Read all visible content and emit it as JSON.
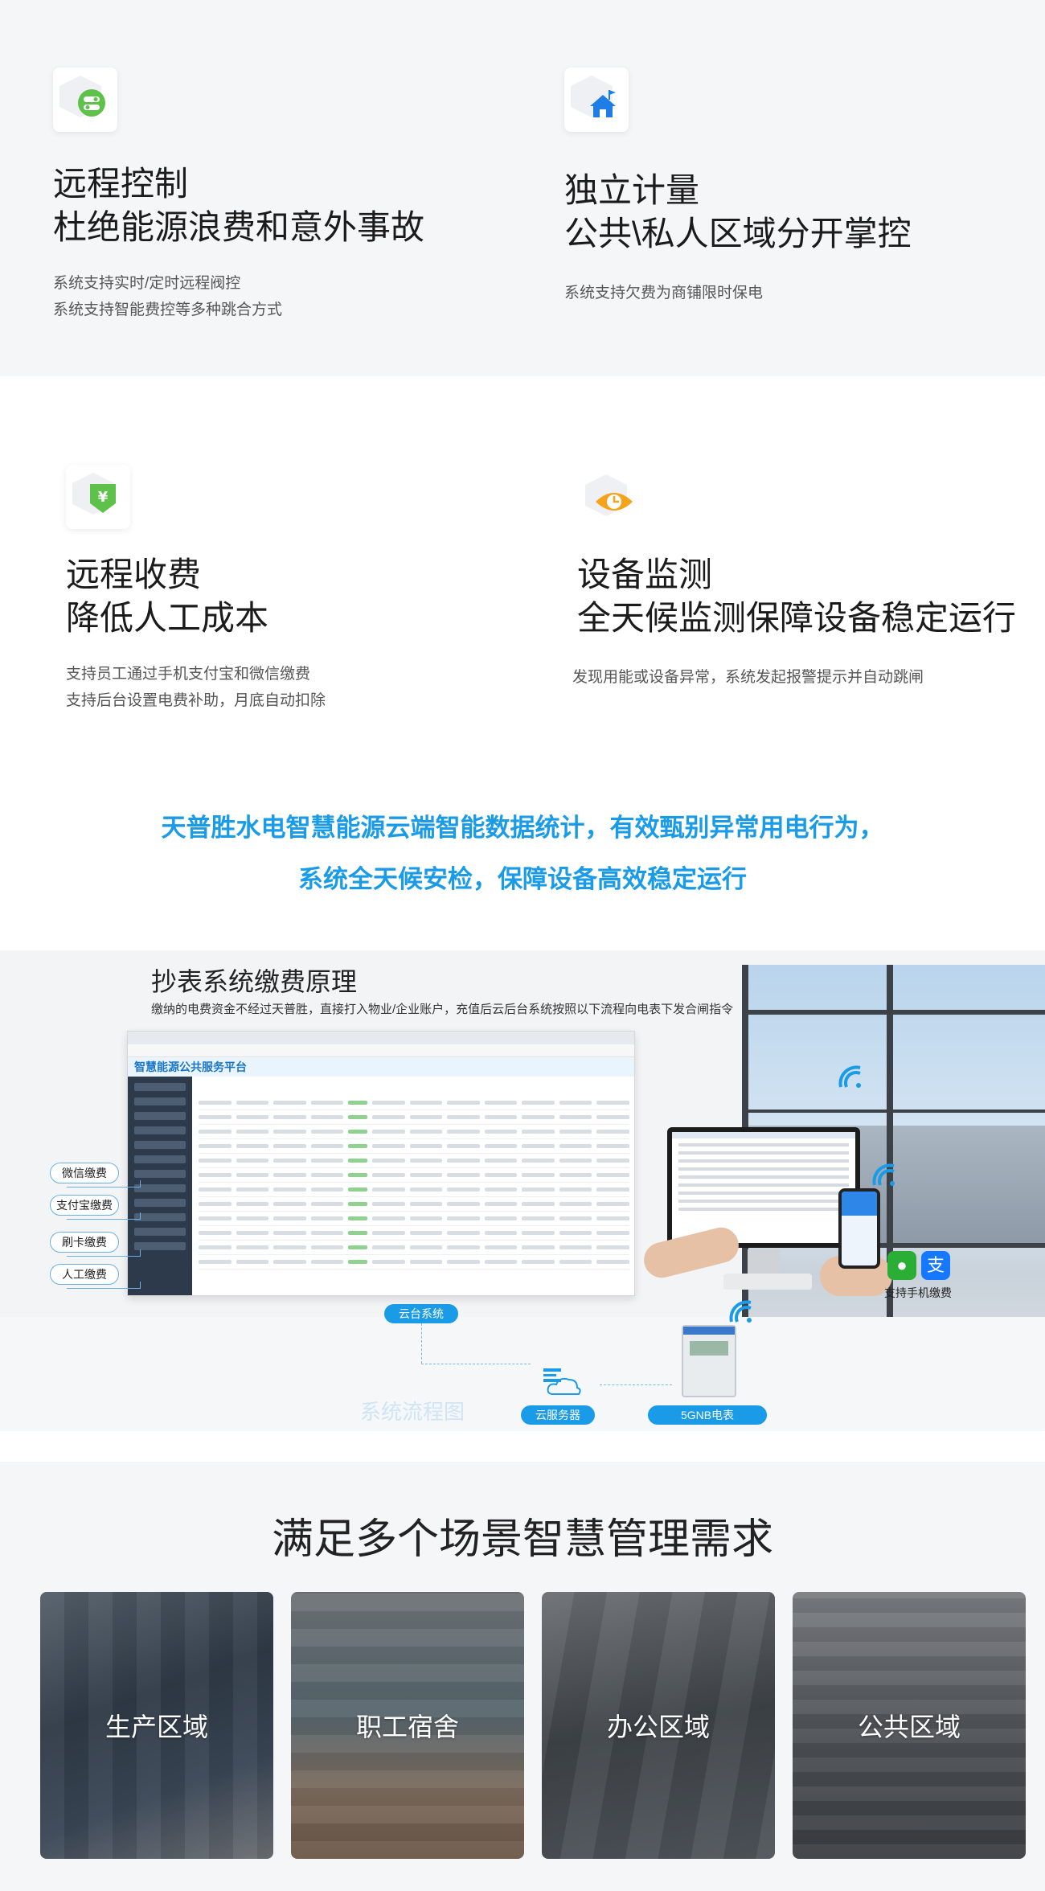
{
  "features": [
    {
      "icon": "toggle-icon",
      "title_line1": "远程控制",
      "title_line2": "杜绝能源浪费和意外事故",
      "desc_line1": "系统支持实时/定时远程阀控",
      "desc_line2": "系统支持智能费控等多种跳合方式"
    },
    {
      "icon": "house-icon",
      "title_line1": "独立计量",
      "title_line2": "公共\\私人区域分开掌控",
      "desc_line1": "系统支持欠费为商铺限时保电"
    },
    {
      "icon": "yuan-download-icon",
      "title_line1": "远程收费",
      "title_line2": "降低人工成本",
      "desc_line1": "支持员工通过手机支付宝和微信缴费",
      "desc_line2": "支持后台设置电费补助，月底自动扣除"
    },
    {
      "icon": "eye-icon",
      "title_line1": "设备监测",
      "title_line2": "全天候监测保障设备稳定运行",
      "desc_line1": "发现用能或设备异常，系统发起报警提示并自动跳闸"
    }
  ],
  "highlight": {
    "line1": "天普胜水电智慧能源云端智能数据统计，有效甄别异常用电行为，",
    "line2": "系统全天候安检，保障设备高效稳定运行",
    "color": "#1a9be8"
  },
  "diagram": {
    "title": "抄表系统缴费原理",
    "subtitle": "缴纳的电费资金不经过天普胜，直接打入物业/企业账户，充值后云后台系统按照以下流程向电表下发合闸指令",
    "platform_title": "智慧能源公共服务平台",
    "payment_methods": [
      "微信缴费",
      "支付宝缴费",
      "刷卡缴费",
      "人工缴费"
    ],
    "cloud_platform": "云台系统",
    "cloud_server": "云服务器",
    "meter": "5GNB电表",
    "flow_label": "系统流程图",
    "mobile_pay": "支持手机缴费",
    "accent": "#1a9be8"
  },
  "scenes": {
    "title": "满足多个场景智慧管理需求",
    "items": [
      {
        "label": "生产区域"
      },
      {
        "label": "职工宿舍"
      },
      {
        "label": "办公区域"
      },
      {
        "label": "公共区域"
      }
    ]
  }
}
